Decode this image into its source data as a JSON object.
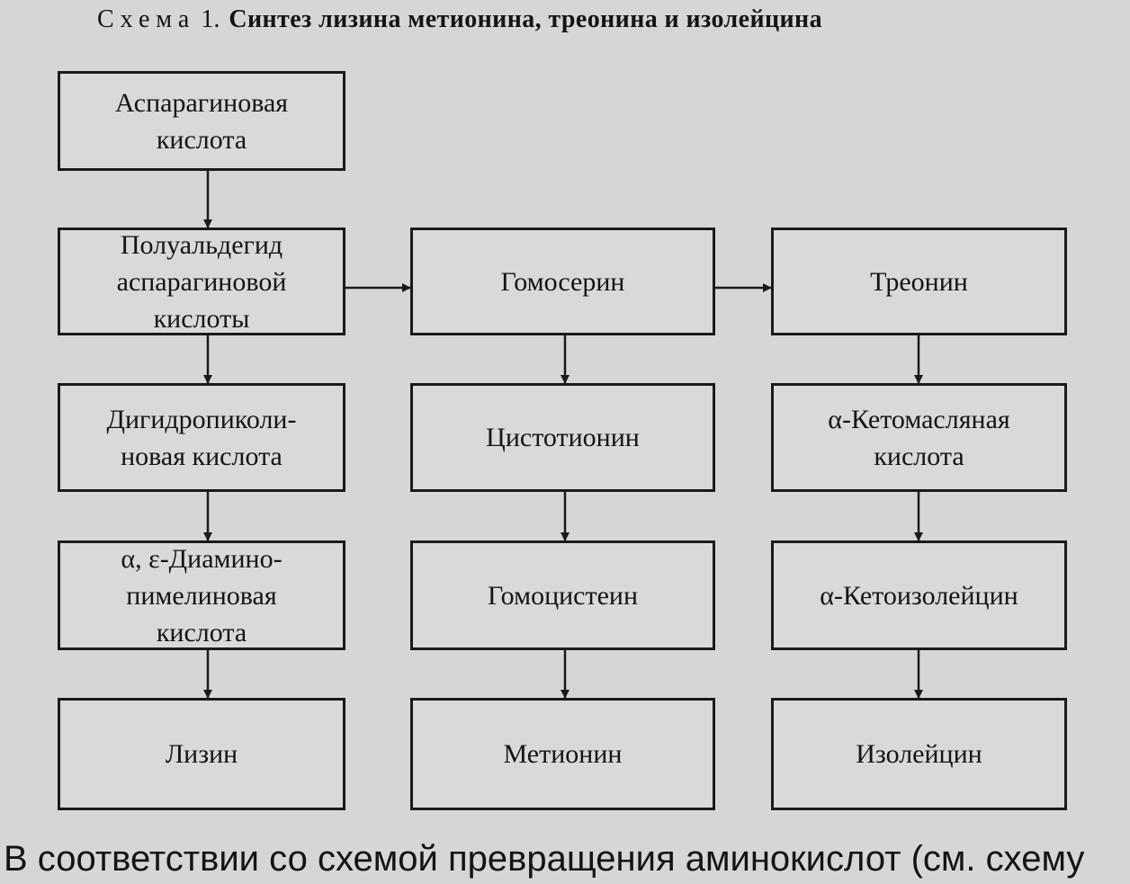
{
  "caption": {
    "label": "Схема",
    "number": "1.",
    "title": "Синтез лизина метионина, треонина и изолейцина"
  },
  "columns": {
    "lysine": [
      "Аспарагиновая\nкислота",
      "Полуальдегид\nаспарагиновой\nкислоты",
      "Дигидропиколи-\nновая кислота",
      "α, ε-Диамино-\nпимелиновая\nкислота",
      "Лизин"
    ],
    "methionine": [
      "Гомосерин",
      "Цистотионин",
      "Гомоцистеин",
      "Метионин"
    ],
    "isoleucine": [
      "Треонин",
      "α-Кетомасляная\nкислота",
      "α-Кетоизолейцин",
      "Изолейцин"
    ]
  },
  "bottom_text": "В соответствии со схемой превращения аминокислот (см. схему"
}
